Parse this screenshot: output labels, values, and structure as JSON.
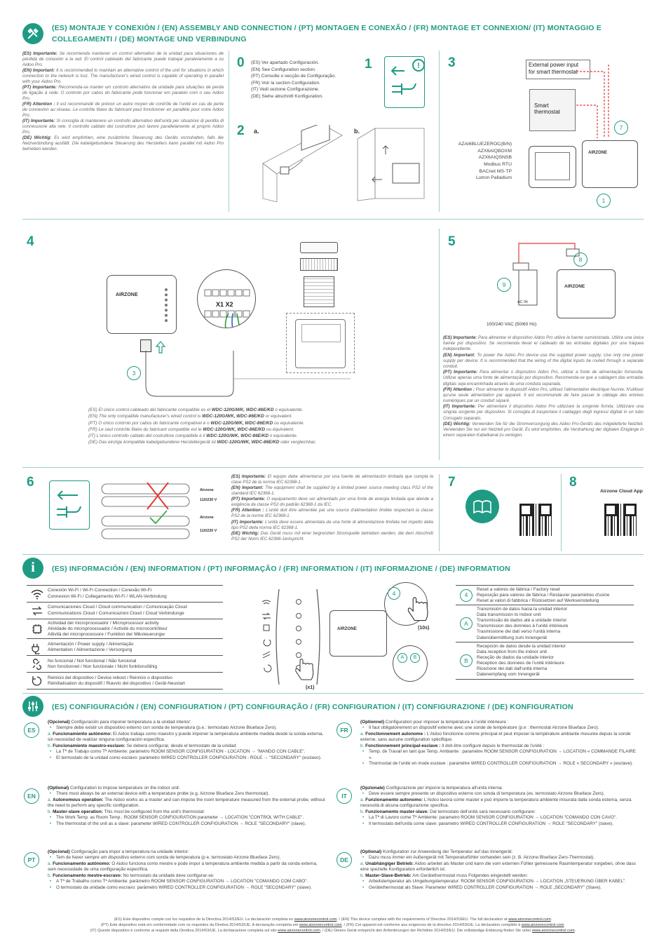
{
  "header": {
    "title_line1": "(ES) MONTAJE Y CONEXIÓN / (EN) ASSEMBLY AND CONNECTION / (PT) MONTAGEN E CONEXÃO / (FR) MONTAGE ET CONNEXION/ (IT) MONTAGGIO E",
    "title_line2": "COLLEGAMENTI / (DE) MONTAGE UND VERBINDUNG"
  },
  "intro": [
    {
      "lang": "(ES) Importante:",
      "text": " Se recomienda mantener un control alternativo de la unidad para situaciones de pérdida de conexión a la red. El control cableado del fabricante puede trabajar paralelamente a su Aidoo Pro."
    },
    {
      "lang": "(EN) Important:",
      "text": " It is recommended to maintain an alternative control of the unit for situations in which connection to the network is lost. The manufacturer's wired control is capable of operating in parallel with your Aidoo Pro."
    },
    {
      "lang": "(PT) Importante:",
      "text": " Recomenda-se manter um controlo alternativo da unidade para situações de perda de ligação à rede. O controlo por cabos do fabricante pode funcionar em paralelo com o seu Aidoo Pro."
    },
    {
      "lang": "(FR) Attention :",
      "text": " Il est recommandé de prévoir un autre moyen de contrôle de l'unité en cas de perte de connexion au réseau. Le contrôle filaire du fabricant peut fonctionner en parallèle pour votre Aidoo Pro."
    },
    {
      "lang": "(IT) Importante:",
      "text": " Si consiglia di mantenere un controllo alternativo dell'unità per situazioni di perdita di connessione alla rete. Il controllo cablato del costruttore può lavore parallelamente al proprio Aidoo Pro."
    },
    {
      "lang": "(DE) Wichtig:",
      "text": " Es wird empfohlen, eine zusätzliche Steuerung des Geräts vorzuhalten, falls die Netzverbindung ausfällt. Die kabelgebundene Steuerung des Herstellers kann parallel mit Aidoo Pro betrieben werden."
    }
  ],
  "steps": {
    "s0": "0",
    "s1": "1",
    "s2": "2",
    "s2a": "a.",
    "s2b": "b.",
    "s3": "3",
    "s4": "4",
    "s5": "5",
    "s6": "6",
    "s7": "7",
    "s8": "8"
  },
  "step0_lines": [
    "(ES) Ver apartado Configuración.",
    "(EN) See Configuration section.",
    "(PT) Consulte o secção de Configuração.",
    "(FR) Voir la section Configuration.",
    "(IT) Vedi sezione Configurazione.",
    "(DE) Siehe abschnitt Konfiguration."
  ],
  "step3": {
    "ext_power": "External power input",
    "ext_power2": "for smart thermostat",
    "smart": "Smart",
    "thermostat": "thermostat",
    "models": [
      "AZAI6BLUEZEROC(B/N)",
      "AZX6AIQBOXM",
      "AZX6AIQSNSB",
      "Modbus RTU",
      "BACnet MS-TP",
      "Lutron Palladium"
    ],
    "badge7": "7",
    "badge1": "1"
  },
  "step4": {
    "brand": "AIRZONE",
    "x1x2": "X1 X2",
    "badge3": "3",
    "notes": [
      {
        "pre": "(ES) El único control cableado del fabricante compatible es el ",
        "bold": "WDC-120G/WK, WDC-86E/KD",
        "post": " o equivalente."
      },
      {
        "pre": "(EN) The only compatible manufacturer's wired control is ",
        "bold": "WDC-120G/WK, WDC-86E/KD",
        "post": " or equivalent."
      },
      {
        "pre": "(PT) O único controlo por cabos do fabricante compatível é o ",
        "bold": "WDC-120G/WK, WDC-86E/KD",
        "post": " ou equivalente."
      },
      {
        "pre": "(FR) Le seul contrôle filaire du fabricant compatible est le ",
        "bold": "WDC-120G/WK, WDC-86E/KD",
        "post": " ou équivalent."
      },
      {
        "pre": "(IT) L'unico controllo cablato del costruttore compatibile è il ",
        "bold": "WDC-120G/WK, WDC-86E/KD",
        "post": " o equivalente."
      },
      {
        "pre": "(DE) Das einzige kompatible kabelgebundene Herstellergerät ist ",
        "bold": "WDC-120G/WK, WDC-86E/KD",
        "post": " oder vergleichbar."
      }
    ]
  },
  "step5": {
    "badge9": "9",
    "badge8": "8",
    "acin": "AC IN",
    "voltage": "100/240 VAC (50/60 Hz)",
    "notes": [
      {
        "lang": "(ES) Importante:",
        "text": " Para alimentar el dispositivo Aidoo Pro utilice la fuente suministrada. Utilice una única fuente por dispositivo. Se recomienda llevar el cableado de las entradas digitales por una tráquea independiente."
      },
      {
        "lang": "(EN) Important:",
        "text": " To power the Aidoo Pro device use the supplied power supply. Use only one power supply per device. It is recommended that the wiring of the digital inputs be routed through a separate conduit."
      },
      {
        "lang": "(PT) Importante:",
        "text": " Para alimentar o dispositivo Aidoo Pro, utilizar a fonte de alimentação fornecida. Utilizar apenas uma fonte de alimentação por dispositivo. Recomenda-se que a cablagem das entradas digitais seja encaminhada através de uma conduta separada."
      },
      {
        "lang": "(FR) Attention :",
        "text": " Pour alimenter le dispositif Aidoo Pro, utilisez l'alimentation électrique fournie. N'utilisez qu'une seule alimentation par appareil. Il est recommandé de faire passer le câblage des entrées numériques par un conduit séparé."
      },
      {
        "lang": "(IT) Importante:",
        "text": " Per alimentare il dispositivo Aidoo Pro utilizzare la sorgente fornita. Utilizzare una singola sorgente per dispositivo. Si consiglia di trasportare il cablaggio degli ingressi digitali in un tubo Corrugato separato."
      },
      {
        "lang": "(DE) Wichtig:",
        "text": " Verwenden Sie für die Stromversorgung des Aidoo Pro-Geräts das mitgelieferte Netzteil. Verwenden Sie nur ein Netzteil pro Gerät. Es wird empfohlen, die Verdrahtung der digitalen Eingänge in einem separaten Kabelkanal zu verlegen."
      }
    ]
  },
  "step6": {
    "airzone": "Airzone",
    "v1": "110/230 V",
    "v2": "110/230 V",
    "notes": [
      {
        "lang": "(ES) Importante:",
        "text": " El equipo debe alimentarse por una fuente de alimentación limitada que cumpla la clase PS2 de la norma IEC 62368-1."
      },
      {
        "lang": "(EN) Important:",
        "text": " The equipment shall be supplied by a limited power source meeting class PS2 of the standard IEC 62368-1."
      },
      {
        "lang": "(PT) Importante:",
        "text": " O equipamento deve ser alimentado por uma fonte de energia limitada que atende a exigência da classe PS2 do padrão 62368-1 da IEC."
      },
      {
        "lang": "(FR) Attention :",
        "text": " L'unité doit être alimentée par une source d'alimentation limitée respectant la classe PS2 de la norme IEC 62368-1."
      },
      {
        "lang": "(IT) Importante:",
        "text": " L'unità deve essere alimentata da una fonte di alimentazione limitata nel rispetto della tipo PS2 della norma IEC 62368-1."
      },
      {
        "lang": "(DE) Wichtig:",
        "text": " Das Gerät muss mit einer begrenzten Stromquelle betrieben werden, die dem Abschnitt PS2 der Norm IEC 62368-1entspricht."
      }
    ]
  },
  "step8": {
    "label": "Airzone Cloud App"
  },
  "info": {
    "title": "(ES) INFORMACIÓN / (EN) INFORMATION / (PT) INFORMAÇÃO / (FR) INFORMATION / (IT) INFORMAZIONE / (DE) INFORMATION",
    "rows": [
      {
        "icon": "wifi-icon",
        "lines": [
          "Conexión Wi-Fi / Wi-Fi Connection / Conexão Wi-Fi",
          "Connexion Wi-Fi / Collegamento Wi-Fi / WLAN-Verbindung"
        ]
      },
      {
        "icon": "cloud-arrows-icon",
        "lines": [
          "Comunicaciones Cloud / Cloud communication / Comunicação Cloud",
          "Communications Cloud / Comunicazioni Cloud / Cloud Verbindunge"
        ]
      },
      {
        "icon": "chip-icon",
        "lines": [
          "Actividad del microprocesador / Microprocessor activity",
          "Atividade do microprocessador / Activité du microcontrôleur",
          "Attività del microprocessore / Funktion der Miksteuerungw"
        ]
      },
      {
        "icon": "power-plug-icon",
        "lines": [
          "Alimentación / Power supply  / Alimentação",
          "Alimentation / Alimentazione / Versorgung"
        ]
      },
      {
        "icon": "broken-link-icon",
        "lines": [
          "No funcional / Not functional / Não funcional",
          "Non fonctionnel / Non funzionale / Nicht funktionsfähig"
        ]
      },
      {
        "icon": "reboot-icon",
        "lines": [
          "Reinicio del dispositivo / Device reboot / Reinício o dispositivo",
          "Réinitialisation du dispositif / Riavvio del dispositivo / Gerät-Neustart"
        ]
      }
    ],
    "x1": "(x1)",
    "tensec": "(10s)",
    "badge4": "4",
    "badgeA": "A",
    "badgeB": "B",
    "right_rows": [
      {
        "badge": "4",
        "lines": [
          "Reset a valores de fábrica / Factory reset",
          "Reposição para valores de fábrica / Restaurer paramètres d'usine",
          "Reset ai valori di fabbrica / Rücksetzen auf Werkseinstellung"
        ]
      },
      {
        "badge": "A",
        "lines": [
          "Transmisión de datos hacia la unidad interior",
          "Data transmission to indoor unit",
          "Transmissão de dados até a unidade interior",
          "Transmission des données à l'unité intérieure",
          "Trasmissione dei dati verso l'unità interna",
          "Datenübermittlung zum Innengerät"
        ]
      },
      {
        "badge": "B",
        "lines": [
          "Recepción de datos desde la unidad interior",
          "Data reception from the indoor unit",
          "Receção de dados da unidade interior",
          "Réception des données de l'unité intérieure",
          "Ricezione dei dati dall'unità interna",
          "Datenempfang vom Innengerät"
        ]
      }
    ]
  },
  "config": {
    "title": "(ES) CONFIGURACIÓN / (EN) CONFIGURATION / (PT) CONFIGURAÇÃO / (FR) CONFIGURATION / (IT) CONFIGURAZIONE / (DE) KONFIGURATION",
    "ES": {
      "code": "ES",
      "intro_b": "(Opcional)",
      "intro": " Configuración para imponer temperatura a la unidad interior:",
      "b1": "Siempre debe existir un dispositivo externo con sonda de temperatura (p.e.: termostato Airzone Blueface Zero).",
      "a_b": "a.",
      "a_t": "Funcionamiento autónomo:",
      "a": " El Aidoo trabaja como maestro y puede imponer la temperatura ambiente medida desde la sonda externa, sin necesidad de realizar ninguna configuración específica.",
      "bb": "b.",
      "b_t": "Funcionamiento maestro-esclavo:",
      "b": " Se deberá configurar, desde el termostato de la unidad:",
      "b2": "La Tª de Trabajo como Tª Ambiente: parámetro ROOM SENSOR CONFIGURATION - LOCATION → \"MANDO CON CABLE\".",
      "b3": "El termostato de la unidad como esclavo: parámetro WIRED CONTROLLER CONFIGURATION - ROLE → \"SECONDARY\" (esclavo)."
    },
    "EN": {
      "code": "EN",
      "intro_b": "(Optional)",
      "intro": " Configuration to impose temperature on the indoor unit:",
      "b1": "There must always be an external device with a temperature probe (e.g. Airzone Blueface Zero thermostat).",
      "a_b": "a.",
      "a_t": "Autonomous operation:",
      "a": " The Aidoo works as a master and can impose the room temperature measured from the external probe, without the need to perform any specific configuration.",
      "bb": "b.",
      "b_t": "Master-slave operation:",
      "b": " This must be configured from the unit's thermostat:",
      "b2": "The Work Temp. as Room Temp.: ROOM SENSOR CONFIGURATION parameter → LOCATION \"CONTROL WITH CABLE\".",
      "b3": "The thermostat of the unit as a slave: parameter WIRED CONTROLLER CONFIGURATION → ROLE \"SECONDARY\" (slave)."
    },
    "PT": {
      "code": "PT",
      "intro_b": "(Opcional)",
      "intro": " Configuração para impor a temperatura na unidade interior:",
      "b1": "Tem de haver sempre um dispositivo externo com sonda de temperatura (p e, termostato Airzone Blueface Zero).",
      "a_b": "a.",
      "a_t": "Funcionamento autónomo:",
      "a": " O Aidoo funciona como mestre e pode impor a temperatura ambiente medida a partir da sonda externa, sem necessidade de uma configuração específica.",
      "bb": "b.",
      "b_t": "Funcionamento mestre-escravo:",
      "b": " No termostato da unidade deve configurar-se:",
      "b2": "A Tª de Trabalho como Tª Ambiente: parâmetro ROOM SENSOR CONFIGURATION → LOCATION \"COMANDO COM CABO\".",
      "b3": "O termostato da unidade como escravo: parâmetro WIRED CONTROLLER CONFIGURATION → ROLE \"SECONDARY\" (slave)."
    },
    "FR": {
      "code": "FR",
      "intro_b": "(Optionnel)",
      "intro": " Configuration pour imposer la température à l'unité intérieure :",
      "b1": "Il faut obligatoirement un dispositif externe avec une sonde de température (p.e : thermostat Airzone Blueface Zero).",
      "a_b": "a.",
      "a_t": "Fonctionnement autonome :",
      "a": " L'Aidoo fonctionne comme principal et peut imposer la température ambiante mesurée depuis la sonde externe, sans aucune configuration spécifique.",
      "bb": "b.",
      "b_t": "Fonctionnement principal-esclave :",
      "b": " Il doit être configuré depuis le thermostat de l'unité :",
      "b2": "Temp. de Travail en tant que Temp. Ambiante : paramètre ROOM SENSOR CONFIGURATION → LOCATION « COMMANDE FILAIRE ».",
      "b3": "Thermostat de l'unité en mode esclave : paramètre WIRED CONTROLLER CONFIGURATION → ROLE « SECONDARY » (esclave)."
    },
    "IT": {
      "code": "IT",
      "intro_b": "(Opzionale)",
      "intro": " Configurazione per imporre la temperatura all'unità interna:",
      "b1": "Deve essere sempre presente un dispositivo esterno con sonda di temperatura (es. termostato Airzone Blueface Zero).",
      "a_b": "a.",
      "a_t": "Funzionamento autonomo:",
      "a": " L'Aidoo lavora come master e può imporre la temperatura ambiente misurata dalla sonda esterna, senza necessità di alcuna configurazione specifica.",
      "bb": "b.",
      "b_t": "Funzionamento master-slave:",
      "b": " Dal termostato dell'unità sarà necessario configurare:",
      "b2": "La Tª di Lavoro come Tª Ambiente: parametro ROOM SENSOR CONFIGURATION → LOCATION \"COMANDO CON CAVO\".",
      "b3": "Il termostato dell'unità come slave: parametro WIRED CONTROLLER CONFIGURATION → ROLE \"SECONDARY\" (slave)."
    },
    "DE": {
      "code": "DE",
      "intro_b": "(Optional)",
      "intro": " Konfiguration zur Anwendung der Temperatur auf das Innengerät:",
      "b1": "Dazu muss immer ein Außengerät mit Temperaturfühler vorhanden sein (z. B. Airzone Blueface Zero-Thermostat).",
      "a_b": "a.",
      "a_t": "Unabhängiger Betrieb:",
      "a": " Aidoo arbeitet als Master und kann die vom externen Fühler gemessene Raumtemperatur vorgeben, ohne dass eine spezielle Konfiguration erforderlich ist.",
      "bb": "b.",
      "b_t": "Master-Slave-Betrieb:",
      "b": " Am Gerätethermostat muss Folgendes eingestellt werden:",
      "b2": "Arbeitstemperatur als Umgebungstemperatur: ROOM SENSOR CONFIGURATION → LOCATION „STEUERUNG ÜBER KABEL\".",
      "b3": "Gerätethermostat als Slave: Parameter WIRED CONTROLLER CONFIGURATION → ROLE „SECONDARY\" (Slave)."
    }
  },
  "footer": [
    {
      "pre": "(ES) Este dispositivo cumple con los requisitos de la Directiva 2014/53/EU. La declaración completa en ",
      "link": "www.airzonecontrol.com",
      "post": ". / (EN) This device complies with the requirements of Directive 2014/53/EU. The full declaration at ",
      "link2": "www.airzonecontrol.com",
      "post2": "."
    },
    {
      "pre": "(PT) Este dispositivo está em conformidade com os requisitos da Diretiva 2014/53/UE. A declaração completa em ",
      "link": "www.airzonecontrol.com",
      "post": ". / (FR) Cet appareil est conforme aux exigences de la directive 2014/53/UE. La déclaration complète à ",
      "link2": "www.airzonecontrol.com",
      "post2": "."
    },
    {
      "pre": "(IT) Questo dispositivo è conforme ai requisiti della Direttiva 2014/53/UE. La dichiarazione completa sul sito ",
      "link": "www.airzonecontrol.com",
      "post": ". / (DE) Dieses Gerät entspricht den Anforderungen der Richtlinie 2014/53/EU. Die vollständige Erklärung finden Sie unter ",
      "link2": "www.airzonecontrol.com",
      "post2": "."
    }
  ]
}
